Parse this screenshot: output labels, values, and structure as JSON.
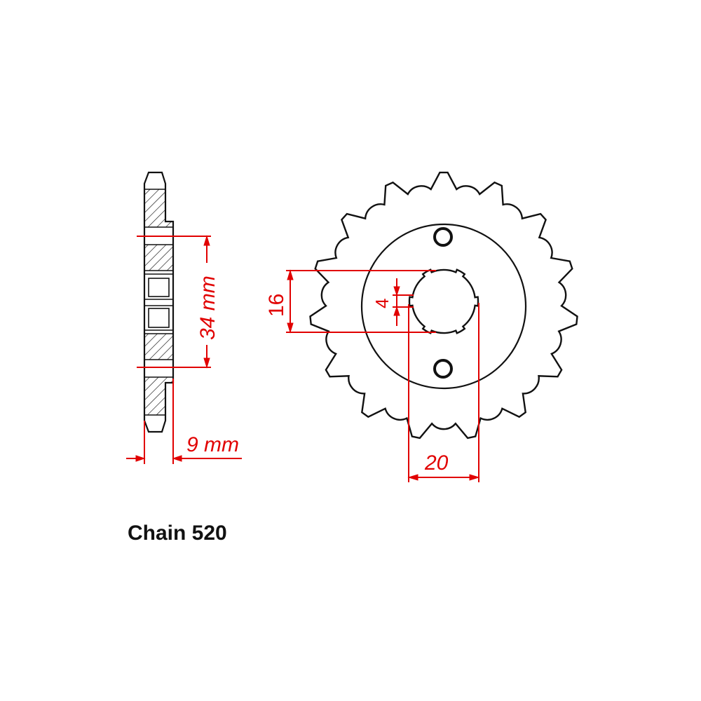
{
  "caption": "Chain 520",
  "colors": {
    "outline": "#111111",
    "dimension": "#e10000",
    "background": "#ffffff"
  },
  "side_view": {
    "offset_label": "34 mm",
    "thickness_label": "9 mm"
  },
  "front_view": {
    "teeth": 15,
    "bore_height_label": "16",
    "spline_width_label": "4",
    "bore_width_label": "20",
    "mounting_holes": 2
  }
}
